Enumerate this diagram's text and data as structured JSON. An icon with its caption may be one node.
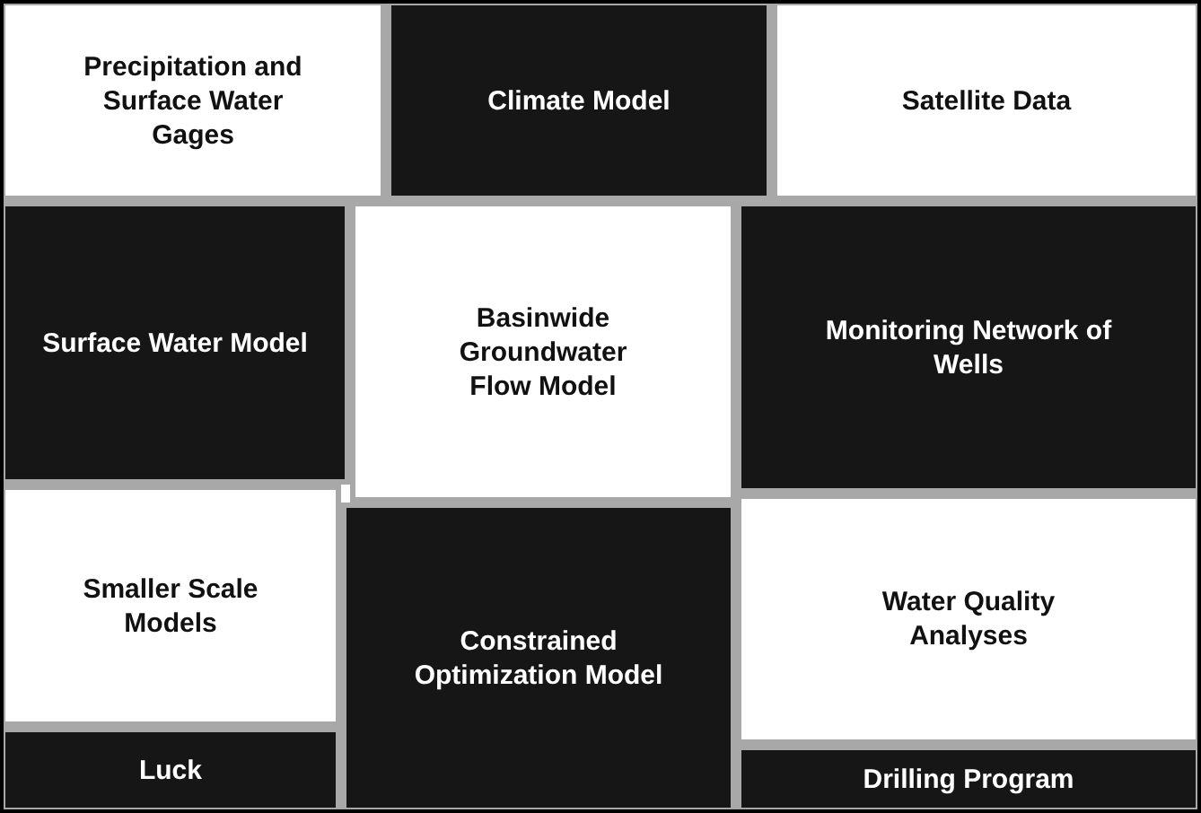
{
  "diagram": {
    "nodes": [
      {
        "text": [
          "Precipitation and Surface Water Gages"
        ]
      },
      {
        "text": [
          "Climate Model"
        ]
      },
      {
        "text": [
          "Satellite Data"
        ]
      },
      {
        "text": [
          "Surface Water Model"
        ]
      },
      {
        "text": [
          "Basinwide Groundwater Flow Model"
        ]
      },
      {
        "text": [
          "Monitoring Network of Wells"
        ]
      },
      {
        "text": [
          "Smaller Scale Models"
        ]
      },
      {
        "text": [
          "Constrained Optimization Model"
        ]
      },
      {
        "text": [
          "Water Quality Analyses"
        ]
      },
      {
        "text": [
          "Luck"
        ]
      },
      {
        "text": [
          "Drilling Program"
        ]
      }
    ]
  }
}
